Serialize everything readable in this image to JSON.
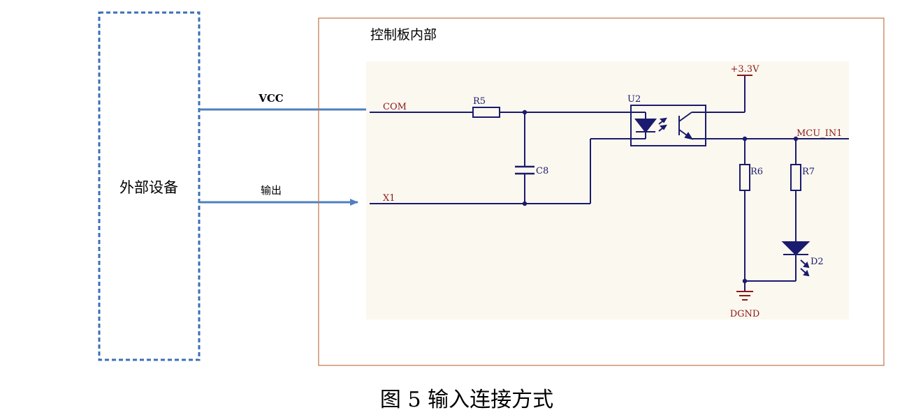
{
  "external_device": {
    "label": "外部设备",
    "signals": {
      "vcc": "VCC",
      "output": "输出"
    }
  },
  "control_board": {
    "title": "控制板内部",
    "nets": {
      "com": "COM",
      "x1": "X1",
      "power": "+3.3V",
      "ground": "DGND",
      "mcu_in": "MCU_IN1"
    },
    "components": {
      "r5": "R5",
      "c8": "C8",
      "u2": "U2",
      "r6": "R6",
      "r7": "R7",
      "d2": "D2"
    }
  },
  "caption": {
    "text": "图 5 输入连接方式"
  },
  "colors": {
    "device_box": "#3b6fb6",
    "connection_line": "#4f7fbf",
    "board_border": "#c0754a",
    "schematic_bg": "#fbf8ef",
    "wire": "#1a1a6e",
    "net_label": "#8b1a1a",
    "component": "#1a1a6e",
    "ground_symbol": "#8b1a1a"
  }
}
